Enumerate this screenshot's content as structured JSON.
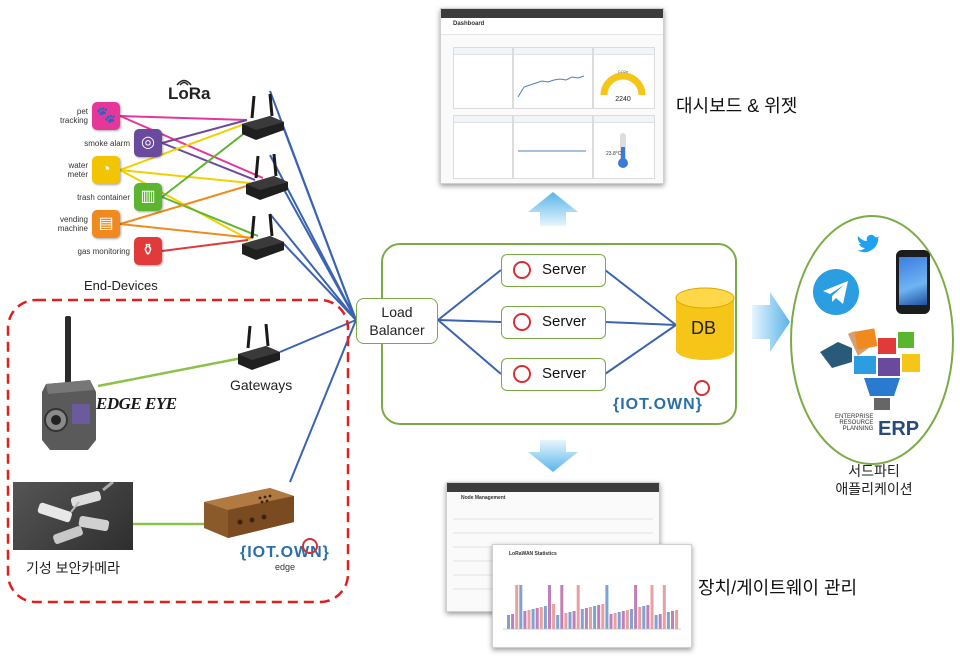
{
  "lora_logo": "LoRa",
  "end_devices": [
    {
      "label": "pet\ntracking",
      "icon": "paw-icon",
      "color": "#e6369a"
    },
    {
      "label": "smoke alarm",
      "icon": "smoke-alarm-icon",
      "color": "#6a4a9c"
    },
    {
      "label": "water\nmeter",
      "icon": "water-meter-icon",
      "color": "#f2c500"
    },
    {
      "label": "trash container",
      "icon": "trash-icon",
      "color": "#5cb531"
    },
    {
      "label": "vending\nmachine",
      "icon": "vending-machine-icon",
      "color": "#f08a1e"
    },
    {
      "label": "gas monitoring",
      "icon": "gas-cylinder-icon",
      "color": "#e13a3a"
    }
  ],
  "end_devices_label": "End-Devices",
  "gateways_label": "Gateways",
  "edgeeye_logo": "EDGE EYE",
  "camera_label": "기성 보안카메라",
  "edge_logo": {
    "main": "IOT.OWN",
    "sub": "edge"
  },
  "load_balancer": "Load\nBalancer",
  "servers": [
    "Server",
    "Server",
    "Server"
  ],
  "db_label": "DB",
  "iotown_logo": "IOT.OWN",
  "dashboard": {
    "caption": "대시보드 & 위젯",
    "title": "Dashboard",
    "gauge_value": "2240",
    "gauge_unit": "CO2e",
    "temp_value": "23.8°C"
  },
  "node_mgmt": {
    "caption": "장치/게이트웨이 관리",
    "title": "Node Management",
    "stats_title": "LoRaWAN Statistics"
  },
  "third_party": {
    "caption": "서드파티\n애플리케이션",
    "erp_big": "ERP",
    "erp_small": "ENTERPRISE\nRESOURCE\nPLANNING"
  },
  "colors": {
    "wire_blue": "#3a63b0",
    "green": "#7aab44",
    "red_dash": "#e02020",
    "arrow_blue": "#5ab4ea",
    "db_yellow": "#f5c518"
  }
}
